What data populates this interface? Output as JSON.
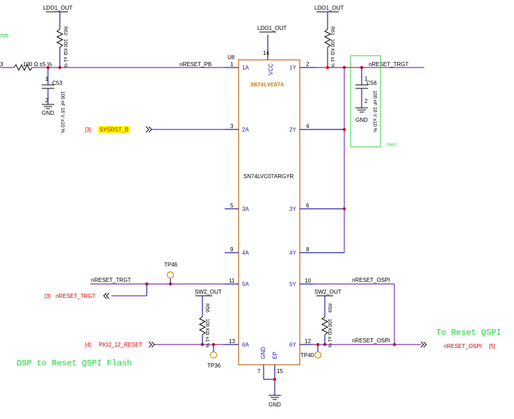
{
  "chip": {
    "ref": "U8",
    "part_top": "SN74LVC07A",
    "part_mid": "SN74LVC07ARGYR",
    "vcc_pin": "14",
    "vcc_label": "VCC",
    "gnd_pin": "7",
    "gnd_label": "GND",
    "ep_pin": "15",
    "ep_label": "EP",
    "left_pins": [
      {
        "num": "1",
        "name": "1A"
      },
      {
        "num": "3",
        "name": "2A"
      },
      {
        "num": "5",
        "name": "3A"
      },
      {
        "num": "9",
        "name": "4A"
      },
      {
        "num": "11",
        "name": "5A"
      },
      {
        "num": "13",
        "name": "6A"
      }
    ],
    "right_pins": [
      {
        "num": "2",
        "name": "1Y"
      },
      {
        "num": "4",
        "name": "2Y"
      },
      {
        "num": "6",
        "name": "3Y"
      },
      {
        "num": "8",
        "name": "4Y"
      },
      {
        "num": "10",
        "name": "5Y"
      },
      {
        "num": "12",
        "name": "6Y"
      }
    ]
  },
  "nets": {
    "ldo1_out_top": "LDO1_OUT",
    "ldo1_out_left": "LDO1_OUT",
    "ldo1_out_right": "LDO1_OUT",
    "nreset_pb": "nRESET_PB",
    "nreset_trgt_top": "nRESET_TRGT",
    "nreset_trgt_mid": "nRESET_TRGT",
    "nreset_ospi_5y": "nRESET_OSPI",
    "nreset_ospi_6y": "nRESET_OSPI",
    "sw2_out_left": "SW2_OUT",
    "sw2_out_right": "SW2_OUT",
    "gnd_c53": "GND",
    "gnd_c56": "GND",
    "gnd_chip": "GND"
  },
  "ports": {
    "sysrst": {
      "sheet": "[3]",
      "name": "SYSRST_B"
    },
    "nreset_trgt": {
      "sheet": "[3]",
      "name": "nRESET_TRGT"
    },
    "pio2_12": {
      "sheet": "[4]",
      "name": "PIO2_12_RESET"
    },
    "nreset_ospi": {
      "name": "nRESET_OSPI",
      "sheet": "[5]"
    }
  },
  "components": {
    "r62": {
      "ref": "R62",
      "value": "100 KΩ ±1 %"
    },
    "r61": {
      "ref": "R61",
      "value": "100 KΩ ±1 %"
    },
    "r56": {
      "ref": "R56",
      "value": "100 KΩ ±1 %"
    },
    "r59": {
      "ref": "R59",
      "value": "100 KΩ ±1 %"
    },
    "r_left": {
      "value": "100 Ω ±5 %",
      "pin": "3"
    },
    "c53": {
      "ref": "C53",
      "value": "100 nF 16 V ±10 %",
      "pin1": "1",
      "pin2": "2"
    },
    "c56": {
      "ref": "C56",
      "value": "100 nF 16 V ±10 %",
      "pin1": "1",
      "pin2": "2"
    },
    "tp46": "TP46",
    "tp36": "TP36",
    "tp40": "TP40",
    "group_label": "G602"
  },
  "notes": {
    "dsp_reset": "DSP to Reset QSPI Flash",
    "to_reset": "To Reset QSPI",
    "top_left_fragment": "nm"
  },
  "colors": {
    "wire": "#1f1fa0",
    "net_wire": "#7a2fb0",
    "junction": "#e00000",
    "port_text": "#d40000",
    "highlight": "#ffff00",
    "annotation": "#1fd43a"
  }
}
